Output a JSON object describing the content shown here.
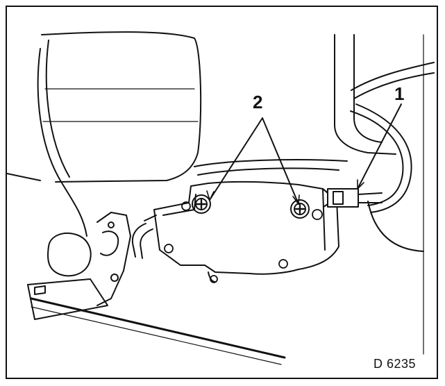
{
  "callouts": {
    "label_1": "1",
    "label_2": "2"
  },
  "figure_code": "D 6235",
  "colors": {
    "ink": "#111111",
    "paper": "#ffffff",
    "shade": "#d8d8d8"
  }
}
